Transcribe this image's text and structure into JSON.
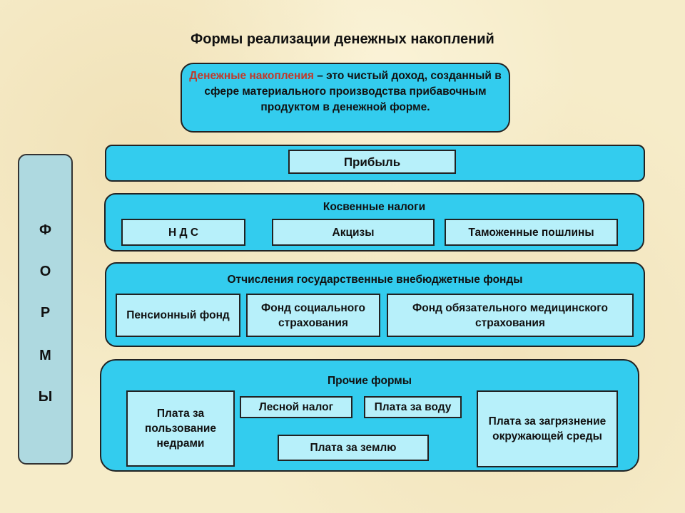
{
  "title": "Формы реализации денежных накоплений",
  "definition": {
    "term": "Денежные накопления",
    "text": " – это чистый доход, созданный в сфере материального производства прибавочным продуктом в денежной форме."
  },
  "side_label_letters": [
    "Ф",
    "О",
    "Р",
    "М",
    "Ы"
  ],
  "profit": {
    "label": "Прибыль"
  },
  "indirect_taxes": {
    "label": "Косвенные налоги",
    "items": [
      "Н Д С",
      "Акцизы",
      "Таможенные пошлины"
    ]
  },
  "funds": {
    "label": "Отчисления государственные внебюджетные фонды",
    "items": [
      "Пенсионный фонд",
      "Фонд социального страхования",
      "Фонд обязательного медицинского страхования"
    ]
  },
  "other": {
    "label": "Прочие формы",
    "items": [
      "Плата за пользование недрами",
      "Лесной налог",
      "Плата за воду",
      "Плата за землю",
      "Плата за загрязнение окружающей среды"
    ]
  },
  "colors": {
    "panel": "#33ccee",
    "box": "#b7f0fa",
    "side_label": "#aed9e0",
    "accent_text": "#c0392b",
    "background": "#f6ecc9"
  }
}
